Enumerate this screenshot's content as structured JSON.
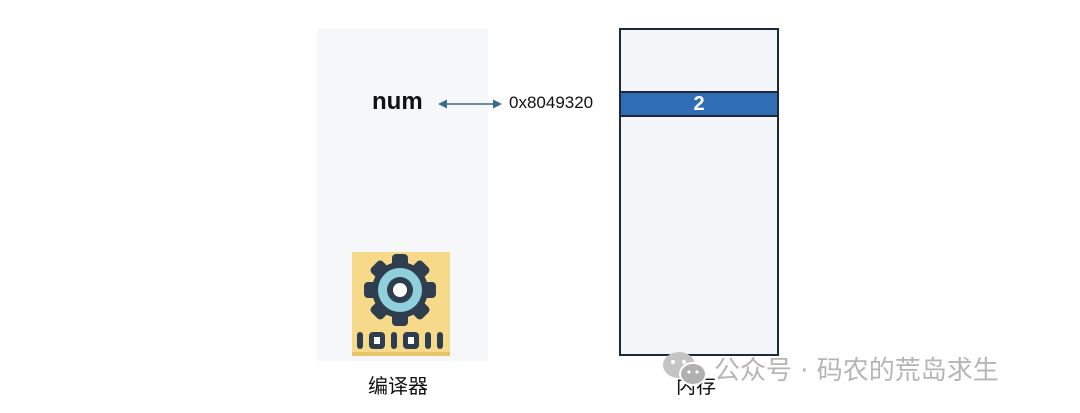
{
  "compiler": {
    "variable": "num",
    "label": "编译器"
  },
  "mapping": {
    "address": "0x8049320"
  },
  "memory": {
    "value": "2",
    "label": "内存"
  },
  "watermark": {
    "text": "公众号 · 码农的荒岛求生"
  },
  "colors": {
    "memory_cell": "#2f6db4",
    "memory_border": "#1a2a3a",
    "arrow": "#3a6a8c",
    "icon_bg": "#f7d98a",
    "gear": "#8ed1dc"
  }
}
